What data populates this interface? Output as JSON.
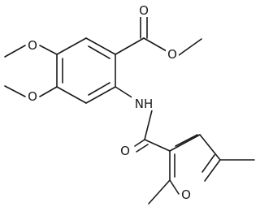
{
  "structure": {
    "atoms": {
      "o_ester_carbonyl": "O",
      "o_ester_single": "O",
      "o_methoxy_top": "O",
      "o_methoxy_bottom": "O",
      "nh": "NH",
      "o_amide": "O",
      "o_furan": "O"
    },
    "colors": {
      "bond": "#1a1a1a",
      "background": "#ffffff"
    }
  }
}
